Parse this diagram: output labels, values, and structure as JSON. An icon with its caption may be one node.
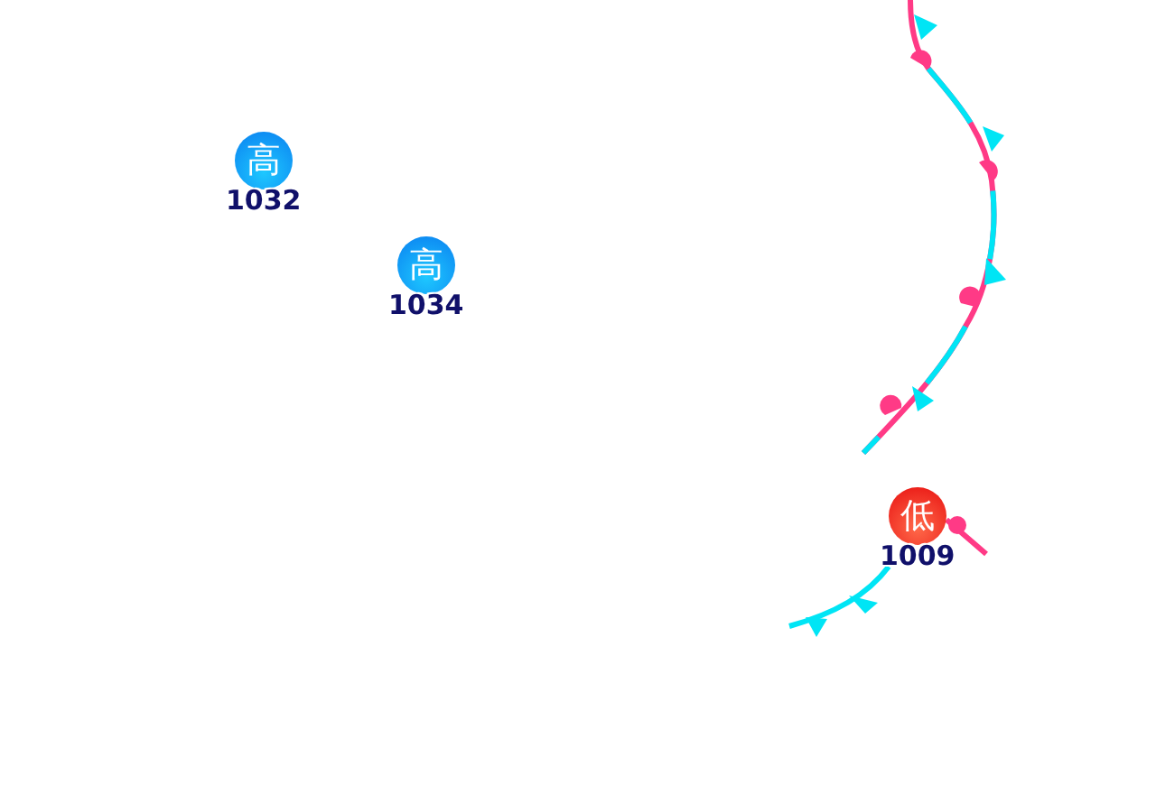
{
  "diagram": {
    "nodes": [
      {
        "text": [
          "高"
        ],
        "beside": [
          "1032"
        ]
      },
      {
        "text": [
          "高"
        ],
        "beside": [
          "1034"
        ]
      },
      {
        "text": [
          "低"
        ],
        "beside": [
          "1009"
        ]
      }
    ]
  }
}
